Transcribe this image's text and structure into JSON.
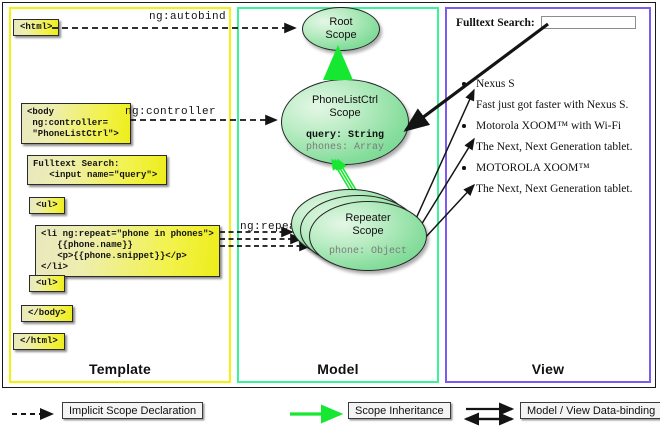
{
  "columns": [
    {
      "label": "Template",
      "color": "#f2f20d"
    },
    {
      "label": "Model",
      "color": "#3bf49a"
    },
    {
      "label": "View",
      "color": "#7a5cf0"
    }
  ],
  "template": {
    "boxes": [
      {
        "name": "html-open",
        "text": "<html>"
      },
      {
        "name": "body-open",
        "text": "<body\n ng:controller=\n \"PhoneListCtrl\">"
      },
      {
        "name": "fulltext-search",
        "text": "Fulltext Search:\n   <input name=\"query\">"
      },
      {
        "name": "ul-open-1",
        "text": "<ul>"
      },
      {
        "name": "li-repeat",
        "text": "<li ng:repeat=\"phone in phones\">\n   {{phone.name}}\n   <p>{{phone.snippet}}</p>\n</li>"
      },
      {
        "name": "ul-open-2",
        "text": "<ul>"
      },
      {
        "name": "body-close",
        "text": "</body>"
      },
      {
        "name": "html-close",
        "text": "</html>"
      }
    ]
  },
  "connectors": [
    {
      "name": "ng-autobind",
      "label": "ng:autobind"
    },
    {
      "name": "ng-controller",
      "label": "ng:controller"
    },
    {
      "name": "ng-repeat",
      "label": "ng:repeat"
    }
  ],
  "model": {
    "scopes": [
      {
        "name": "root-scope",
        "title_line1": "Root",
        "title_line2": "Scope",
        "props": []
      },
      {
        "name": "phonelistctrl-scope",
        "title_line1": "PhoneListCtrl",
        "title_line2": "Scope",
        "props": [
          {
            "text": "query: String",
            "style": "strong"
          },
          {
            "text": "phones: Array",
            "style": "dim"
          }
        ]
      },
      {
        "name": "repeater-scope",
        "title_line1": "Repeater",
        "title_line2": "Scope",
        "props": [
          {
            "text": "phone: Object",
            "style": "dim"
          }
        ]
      }
    ]
  },
  "view": {
    "search_label": "Fulltext Search:",
    "search_value": "",
    "search_placeholder": "",
    "phones": [
      {
        "name": "Nexus S",
        "snippet": "Fast just got faster with Nexus S."
      },
      {
        "name": "Motorola XOOM™  with Wi-Fi",
        "snippet": "The Next, Next Generation tablet."
      },
      {
        "name": "MOTOROLA XOOM™",
        "snippet": "The Next, Next Generation tablet."
      }
    ]
  },
  "legend": [
    {
      "name": "implicit-scope-declaration",
      "label": "Implicit Scope Declaration",
      "arrow": "dashed-black"
    },
    {
      "name": "scope-inheritance",
      "label": "Scope Inheritance",
      "arrow": "solid-green"
    },
    {
      "name": "model-view-data-binding",
      "label": "Model / View Data-binding",
      "arrow": "bidirectional-black"
    }
  ],
  "colors": {
    "template_border": "#f2f20d",
    "model_border": "#3bf49a",
    "view_border": "#7a5cf0",
    "inheritance_arrow": "#16e832",
    "scope_fill": "#86dd9c",
    "code_box_fill": "#f2f24c"
  }
}
